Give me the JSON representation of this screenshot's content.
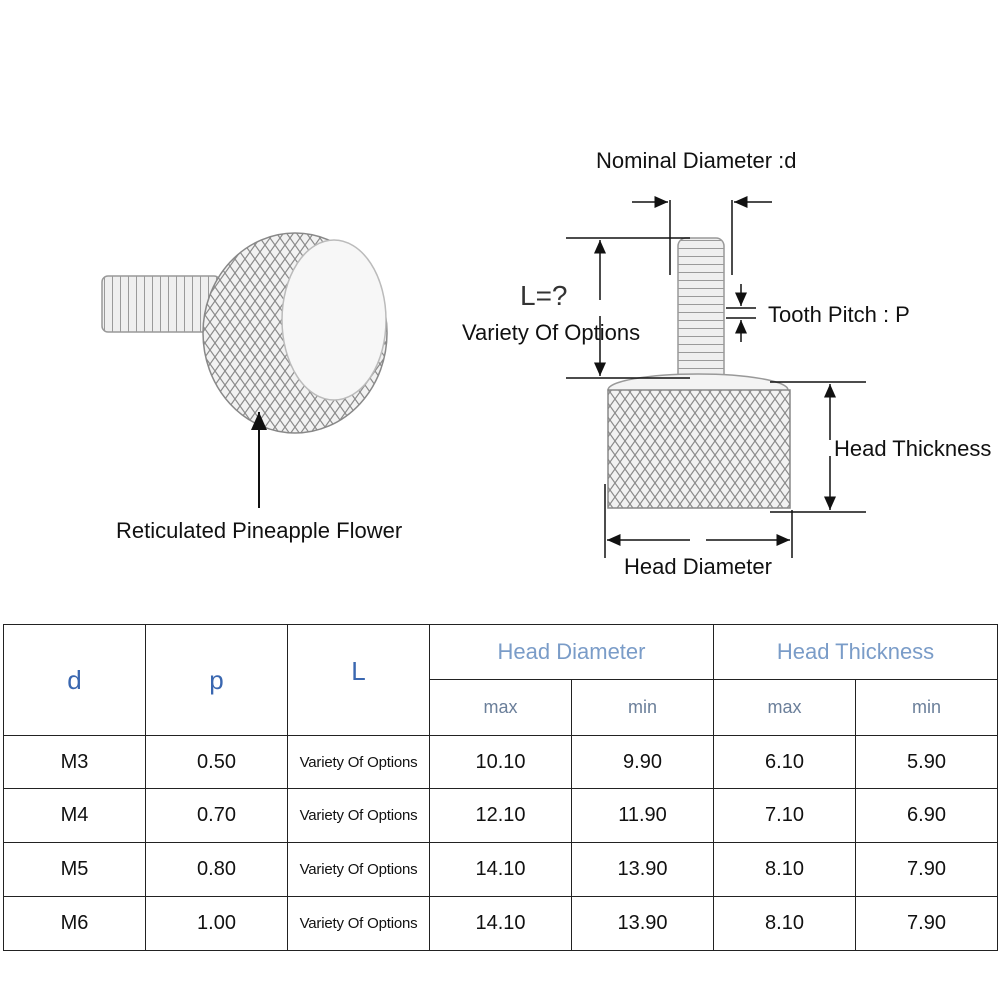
{
  "annotations": {
    "reticulated": "Reticulated Pineapple Flower",
    "nominal_diameter": "Nominal Diameter :d",
    "length_var": "L=?",
    "length_options": "Variety Of Options",
    "tooth_pitch": "Tooth Pitch : P",
    "head_thickness": "Head Thickness",
    "head_diameter": "Head Diameter"
  },
  "table": {
    "headers": {
      "d": "d",
      "p": "p",
      "L": "L",
      "head_diameter": "Head Diameter",
      "head_thickness": "Head Thickness",
      "max": "max",
      "min": "min"
    },
    "rows": [
      {
        "d": "M3",
        "p": "0.50",
        "L": "Variety Of Options",
        "hd_max": "10.10",
        "hd_min": "9.90",
        "ht_max": "6.10",
        "ht_min": "5.90"
      },
      {
        "d": "M4",
        "p": "0.70",
        "L": "Variety Of Options",
        "hd_max": "12.10",
        "hd_min": "11.90",
        "ht_max": "7.10",
        "ht_min": "6.90"
      },
      {
        "d": "M5",
        "p": "0.80",
        "L": "Variety Of Options",
        "hd_max": "14.10",
        "hd_min": "13.90",
        "ht_max": "8.10",
        "ht_min": "7.90"
      },
      {
        "d": "M6",
        "p": "1.00",
        "L": "Variety Of Options",
        "hd_max": "14.10",
        "hd_min": "13.90",
        "ht_max": "8.10",
        "ht_min": "7.90"
      }
    ]
  }
}
